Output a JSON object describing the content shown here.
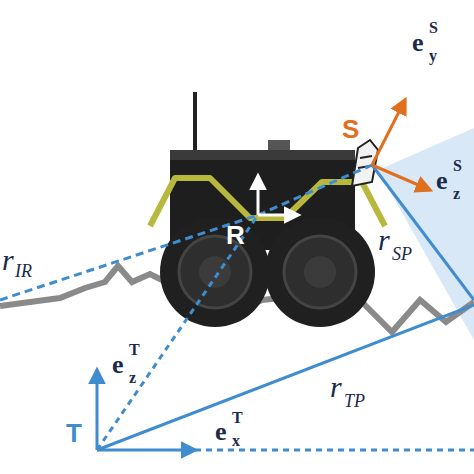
{
  "diagram": {
    "labels": [
      "r",
      "IR",
      "r",
      "TP",
      "r",
      "SP",
      "e",
      "z",
      "T",
      "e",
      "x",
      "T",
      "e",
      "y",
      "S",
      "e",
      "z",
      "S",
      "R",
      "S",
      "T"
    ]
  }
}
